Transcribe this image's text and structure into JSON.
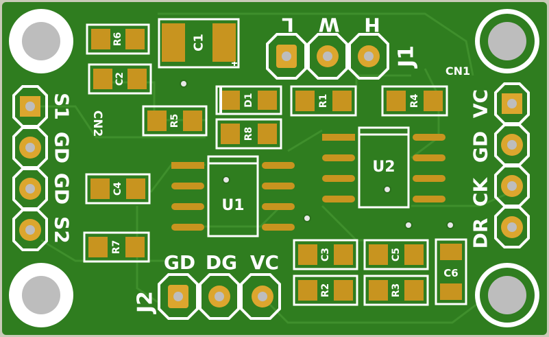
{
  "colors": {
    "board_edge": "#c9cbb8",
    "solder_mask": "#2f7d1f",
    "trace": "#3f8f2c",
    "silkscreen": "#ffffff",
    "copper_pad": "#c8941f",
    "plated_hole": "#dca62e",
    "drill": "#bdbdbd",
    "part_text": "#1c1c1c"
  },
  "board": {
    "mounting_holes": [
      "top-left",
      "top-right",
      "bottom-left",
      "bottom-right"
    ]
  },
  "components": {
    "resistors": [
      "R1",
      "R2",
      "R3",
      "R4",
      "R5",
      "R6",
      "R7",
      "R8"
    ],
    "capacitors": [
      "C2",
      "C3",
      "C4",
      "C5",
      "C6"
    ],
    "polarized_capacitor": "C1",
    "diode": "D1",
    "ics": [
      "U1",
      "U2"
    ]
  },
  "connectors": {
    "cn2": {
      "designator": "CN2",
      "pins": [
        "S1",
        "GD",
        "GD",
        "S2"
      ]
    },
    "cn1": {
      "designator": "CN1",
      "pins": [
        "VC",
        "GD",
        "CK",
        "DR"
      ]
    },
    "j1": {
      "designator": "J1",
      "pins": [
        "L",
        "W",
        "H"
      ]
    },
    "j2": {
      "designator": "J2",
      "pins": [
        "GD",
        "DG",
        "VC"
      ]
    }
  }
}
